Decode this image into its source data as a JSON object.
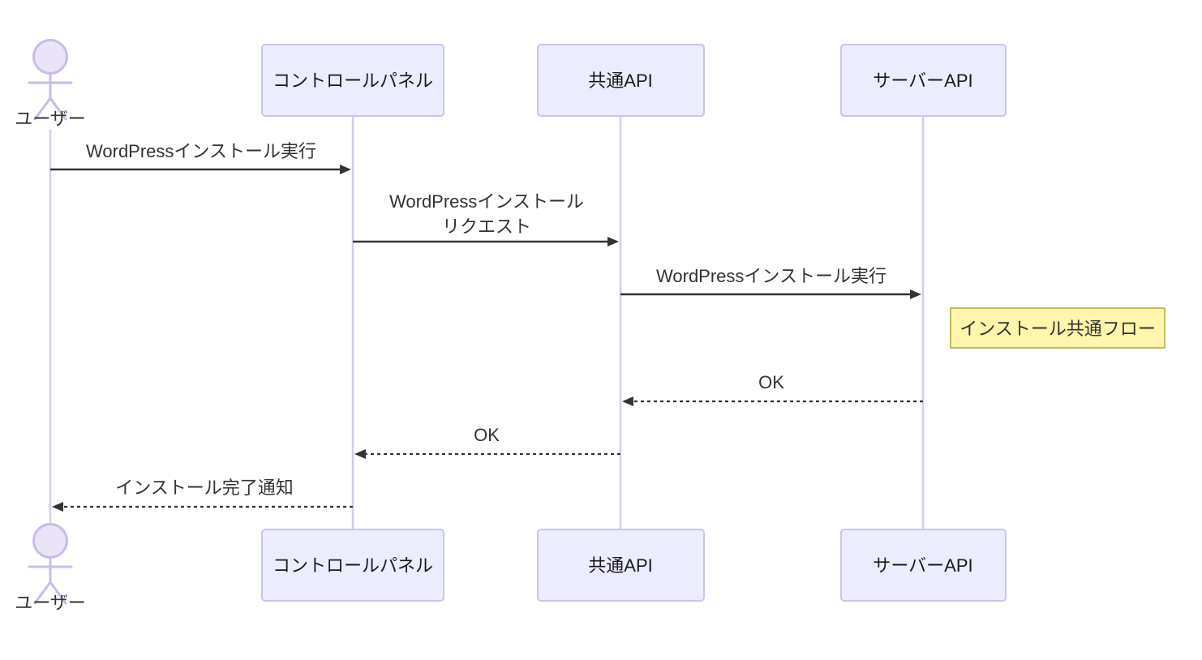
{
  "diagram": {
    "type": "sequence",
    "background": "#ffffff",
    "palette": {
      "participant_fill": "#ECECFF",
      "participant_border": "#CBC3EC",
      "lifeline_color": "#D6CBEE",
      "actor_figure_color": "#C9BCE8",
      "message_color": "#333333",
      "text_color": "#333333",
      "note_fill": "#FFF5AD",
      "note_border": "#AAAA33"
    },
    "actors": [
      {
        "id": "user",
        "label": "ユーザー",
        "kind": "person"
      },
      {
        "id": "control-panel",
        "label": "コントロールパネル",
        "kind": "participant"
      },
      {
        "id": "common-api",
        "label": "共通API",
        "kind": "participant"
      },
      {
        "id": "server-api",
        "label": "サーバーAPI",
        "kind": "participant"
      }
    ],
    "messages": [
      {
        "from": "ユーザー",
        "to": "コントロールパネル",
        "label": "WordPressインストール実行",
        "line": "solid",
        "arrow": "filled"
      },
      {
        "from": "コントロールパネル",
        "to": "共通API",
        "label": "WordPressインストール リクエスト",
        "label_lines": [
          "WordPressインストール",
          "リクエスト"
        ],
        "line": "solid",
        "arrow": "filled"
      },
      {
        "from": "共通API",
        "to": "サーバーAPI",
        "label": "WordPressインストール実行",
        "line": "solid",
        "arrow": "filled"
      },
      {
        "from": "サーバーAPI",
        "to": "共通API",
        "label": "OK",
        "line": "dashed",
        "arrow": "filled"
      },
      {
        "from": "共通API",
        "to": "コントロールパネル",
        "label": "OK",
        "line": "dashed",
        "arrow": "filled"
      },
      {
        "from": "コントロールパネル",
        "to": "ユーザー",
        "label": "インストール完了通知",
        "line": "dashed",
        "arrow": "filled"
      }
    ],
    "note": {
      "label": "インストール共通フロー",
      "position": "right-of-server-api"
    }
  }
}
